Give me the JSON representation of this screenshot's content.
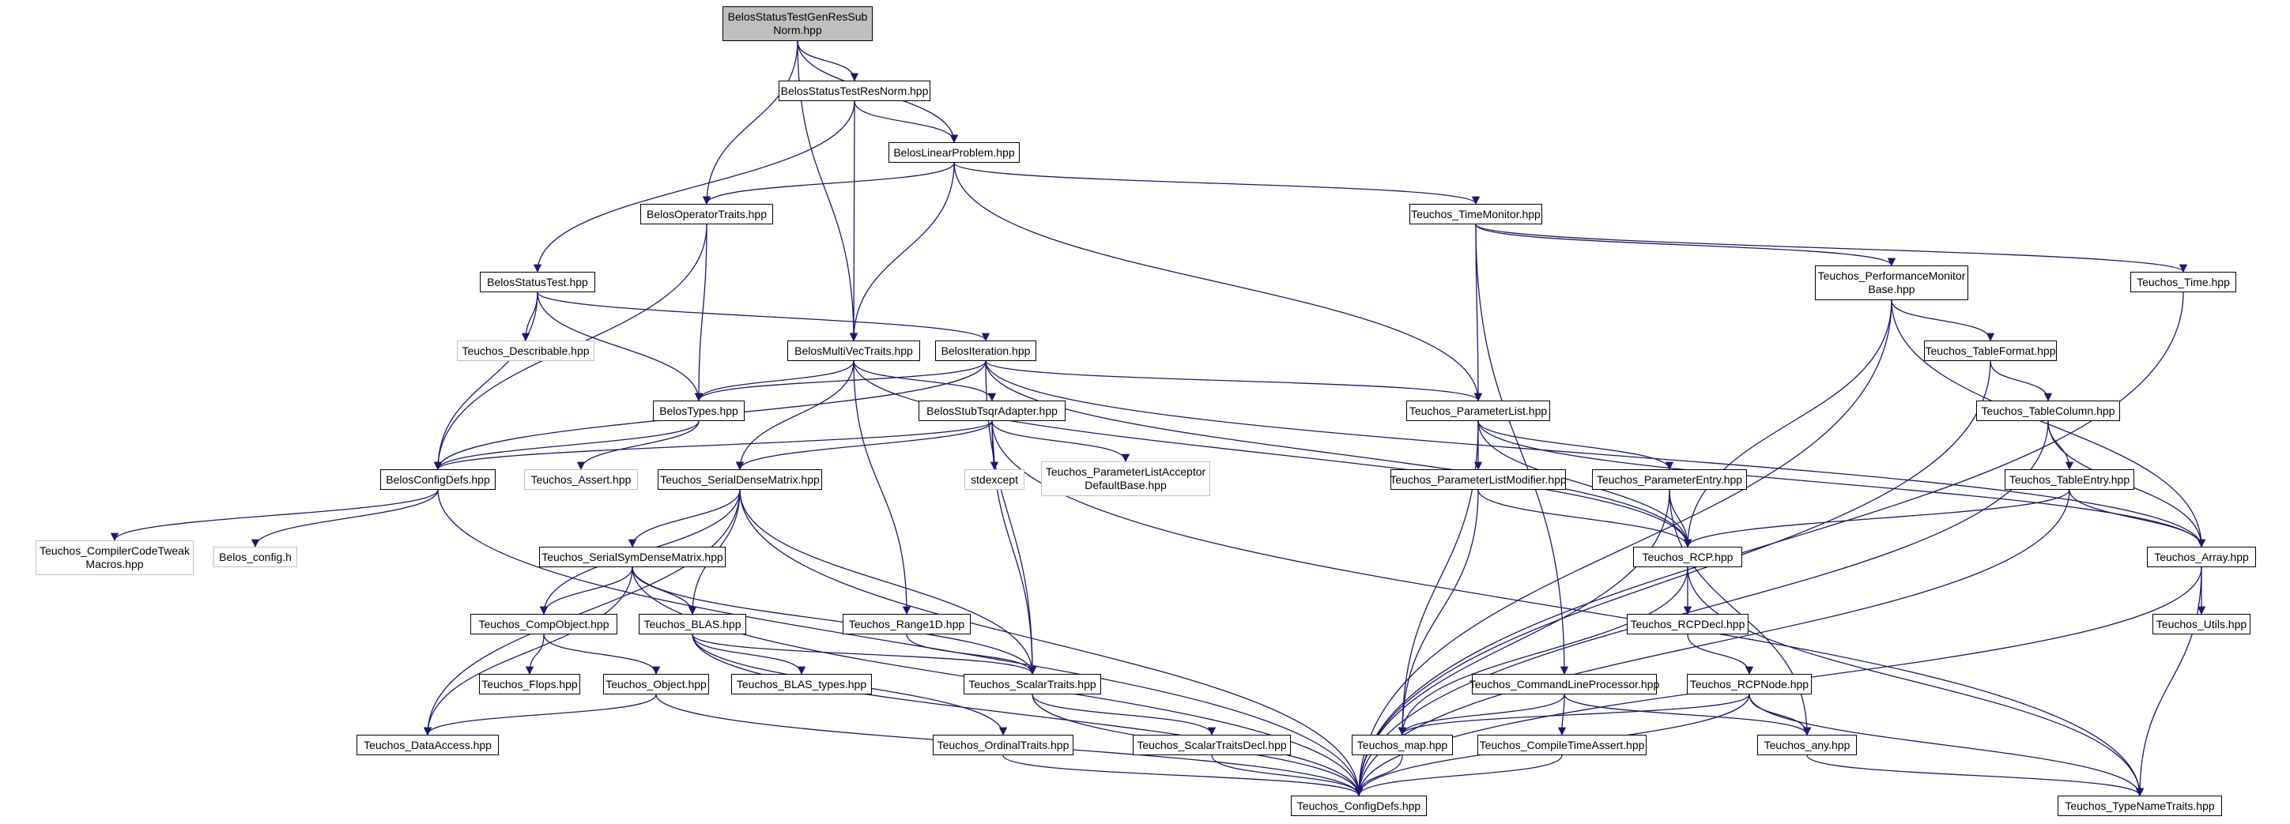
{
  "colors": {
    "edge": "#191970",
    "root_fill": "#bfbfbf",
    "node_border": "#000000",
    "external_border": "#bfbfbf",
    "background": "#ffffff"
  },
  "nodes": {
    "root": "BelosStatusTestGenResSub\nNorm.hpp",
    "resnorm": "BelosStatusTestResNorm.hpp",
    "linprob": "BelosLinearProblem.hpp",
    "optraits": "BelosOperatorTraits.hpp",
    "timemon": "Teuchos_TimeMonitor.hpp",
    "statustest": "BelosStatusTest.hpp",
    "perfmon": "Teuchos_PerformanceMonitor\nBase.hpp",
    "time": "Teuchos_Time.hpp",
    "describable": "Teuchos_Describable.hpp",
    "multivec": "BelosMultiVecTraits.hpp",
    "iteration": "BelosIteration.hpp",
    "tableformat": "Teuchos_TableFormat.hpp",
    "types": "BelosTypes.hpp",
    "tsqr": "BelosStubTsqrAdapter.hpp",
    "paramlist": "Teuchos_ParameterList.hpp",
    "tablecolumn": "Teuchos_TableColumn.hpp",
    "configdefs": "BelosConfigDefs.hpp",
    "assert": "Teuchos_Assert.hpp",
    "serialdense": "Teuchos_SerialDenseMatrix.hpp",
    "stdexcept": "stdexcept",
    "plAcceptor": "Teuchos_ParameterListAcceptor\nDefaultBase.hpp",
    "plModifier": "Teuchos_ParameterListModifier.hpp",
    "paramentry": "Teuchos_ParameterEntry.hpp",
    "tableentry": "Teuchos_TableEntry.hpp",
    "codetweak": "Teuchos_CompilerCodeTweak\nMacros.hpp",
    "belosconfig": "Belos_config.h",
    "serialsym": "Teuchos_SerialSymDenseMatrix.hpp",
    "rcp": "Teuchos_RCP.hpp",
    "array": "Teuchos_Array.hpp",
    "compobject": "Teuchos_CompObject.hpp",
    "blas": "Teuchos_BLAS.hpp",
    "range1d": "Teuchos_Range1D.hpp",
    "rcpdecl": "Teuchos_RCPDecl.hpp",
    "utils": "Teuchos_Utils.hpp",
    "flops": "Teuchos_Flops.hpp",
    "object": "Teuchos_Object.hpp",
    "blastypes": "Teuchos_BLAS_types.hpp",
    "scalartraits": "Teuchos_ScalarTraits.hpp",
    "cmdline": "Teuchos_CommandLineProcessor.hpp",
    "rcpnode": "Teuchos_RCPNode.hpp",
    "dataaccess": "Teuchos_DataAccess.hpp",
    "ordinal": "Teuchos_OrdinalTraits.hpp",
    "scalardecl": "Teuchos_ScalarTraitsDecl.hpp",
    "map": "Teuchos_map.hpp",
    "compiletime": "Teuchos_CompileTimeAssert.hpp",
    "any": "Teuchos_any.hpp",
    "tconfigdefs": "Teuchos_ConfigDefs.hpp",
    "typename": "Teuchos_TypeNameTraits.hpp"
  }
}
